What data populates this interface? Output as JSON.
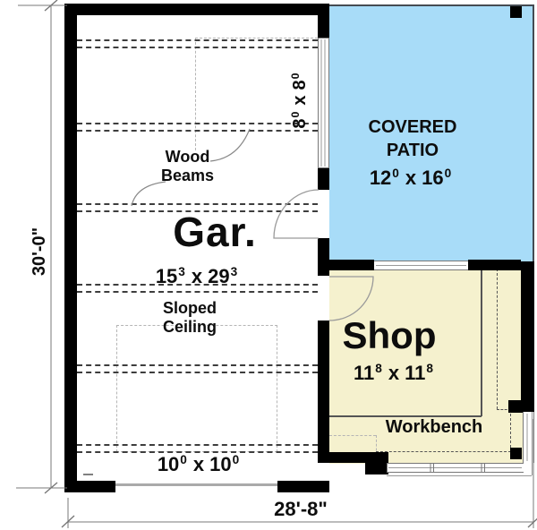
{
  "rooms": {
    "garage": {
      "name": "Gar.",
      "dims": {
        "a": "15",
        "a_sup": "3",
        "sep": "x",
        "b": "29",
        "b_sup": "3"
      }
    },
    "shop": {
      "name": "Shop",
      "dims": {
        "a": "11",
        "a_sup": "8",
        "sep": "x",
        "b": "11",
        "b_sup": "8"
      }
    },
    "patio": {
      "name_line1": "COVERED",
      "name_line2": "PATIO",
      "dims": {
        "a": "12",
        "a_sup": "0",
        "sep": "x",
        "b": "16",
        "b_sup": "0"
      }
    }
  },
  "annotations": {
    "wood_beams": {
      "line1": "Wood",
      "line2": "Beams"
    },
    "sloped_ceiling": {
      "line1": "Sloped",
      "line2": "Ceiling"
    },
    "workbench": "Workbench",
    "garage_door_dims": {
      "a": "10",
      "a_sup": "0",
      "sep": "x",
      "b": "10",
      "b_sup": "0"
    },
    "patio_opening_dims": {
      "a": "8",
      "a_sup": "0",
      "sep": "x",
      "b": "8",
      "b_sup": "0"
    }
  },
  "dimensions": {
    "left": "30'-0\"",
    "bottom": "28'-8\""
  },
  "colors": {
    "patio_fill": "#a8dcf8",
    "shop_fill": "#f5f1ce",
    "wall": "#000000",
    "beam_dash": "#3d3d3d",
    "light_dash": "#b5b5b5",
    "line_gray": "#888888"
  }
}
